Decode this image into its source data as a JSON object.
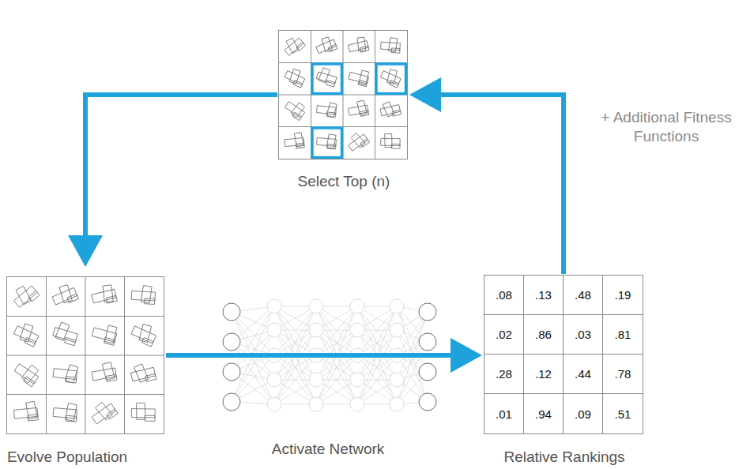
{
  "diagram": {
    "nodes": [
      {
        "text": [
          "Select Top (n)"
        ]
      },
      {
        "text": [
          "Evolve Population"
        ]
      },
      {
        "text": [
          "Activate Network"
        ]
      },
      {
        "text": [
          "Relative Rankings"
        ]
      }
    ],
    "edges": [
      {
        "from": 0,
        "to": 1,
        "arrow": "to"
      },
      {
        "from": 1,
        "to": 3,
        "arrow": "to"
      },
      {
        "from": 3,
        "to": 0,
        "arrow": "to",
        "label": "+ Additional Fitness Functions"
      }
    ],
    "labels": [
      ".08",
      ".13",
      ".48",
      ".19",
      ".02",
      ".86",
      ".03",
      ".81",
      ".28",
      ".12",
      ".44",
      ".78",
      ".01",
      ".94",
      ".09",
      ".51"
    ]
  }
}
